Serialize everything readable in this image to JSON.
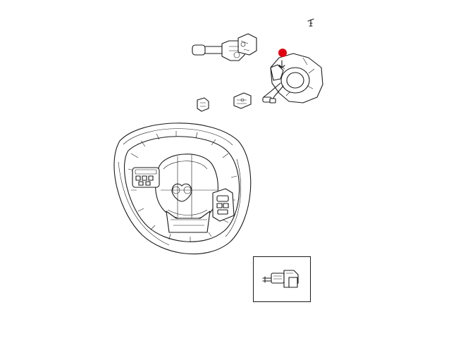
{
  "diagram": {
    "parts": [
      {
        "name": "steering-wheel"
      },
      {
        "name": "horn-pad-ram-logo"
      },
      {
        "name": "left-switch-pod"
      },
      {
        "name": "right-switch-pod"
      },
      {
        "name": "multifunction-switch-lever"
      },
      {
        "name": "clockspring-assembly"
      },
      {
        "name": "switch-clip-left"
      },
      {
        "name": "switch-clip-right"
      },
      {
        "name": "screw"
      },
      {
        "name": "sensor-connector-detail"
      }
    ],
    "highlight_color": "#e2000f",
    "line_color": "#1a1a1a"
  }
}
